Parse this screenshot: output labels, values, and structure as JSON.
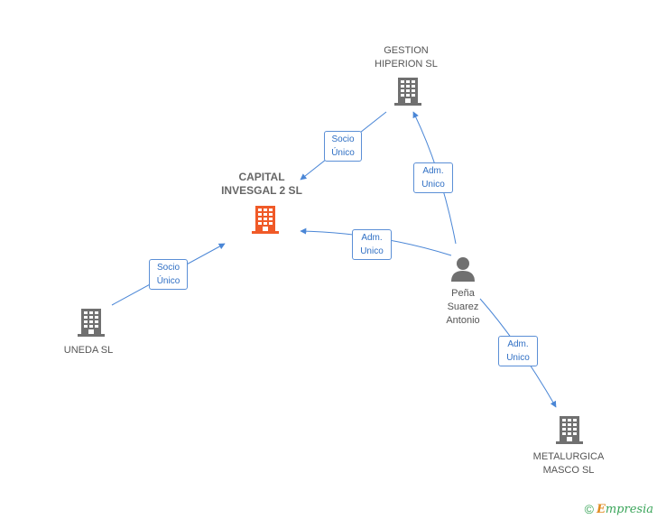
{
  "nodes": {
    "capital": {
      "line1": "CAPITAL",
      "line2": "INVESGAL 2 SL",
      "color": "#f05a28"
    },
    "gestion": {
      "line1": "GESTION",
      "line2": "HIPERION SL",
      "color": "#707070"
    },
    "uneda": {
      "line1": "UNEDA SL",
      "color": "#707070"
    },
    "metalurgica": {
      "line1": "METALURGICA",
      "line2": "MASCO SL",
      "color": "#707070"
    },
    "person": {
      "line1": "Peña",
      "line2": "Suarez",
      "line3": "Antonio",
      "color": "#707070"
    }
  },
  "edges": {
    "gestion_capital": {
      "line1": "Socio",
      "line2": "Único"
    },
    "uneda_capital": {
      "line1": "Socio",
      "line2": "Único"
    },
    "person_capital": {
      "line1": "Adm.",
      "line2": "Unico"
    },
    "person_gestion": {
      "line1": "Adm.",
      "line2": "Unico"
    },
    "person_metalurgica": {
      "line1": "Adm.",
      "line2": "Unico"
    }
  },
  "colors": {
    "edge": "#4a86d6"
  },
  "brand": {
    "copyright": "©",
    "name_first": "E",
    "name_rest": "mpresia"
  }
}
